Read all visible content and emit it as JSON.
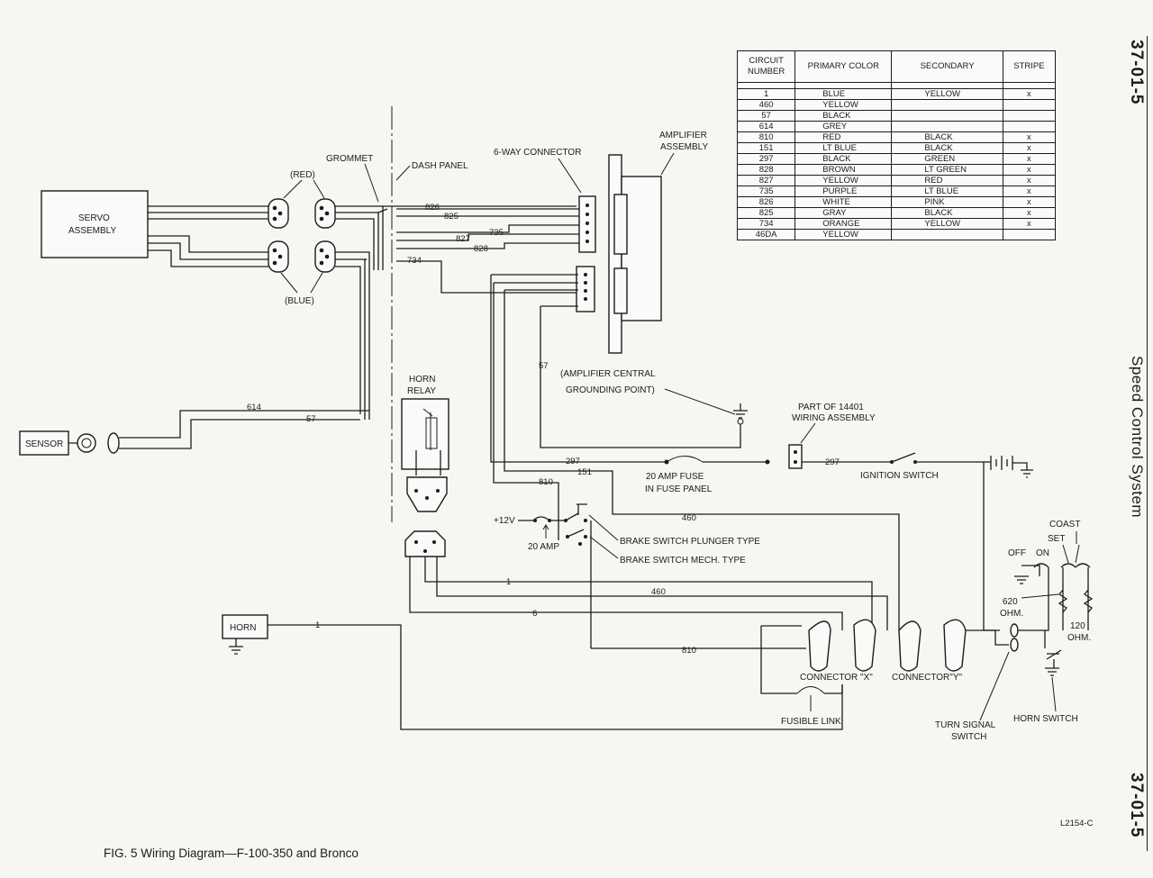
{
  "side": {
    "page_code": "37-01-5",
    "section_title": "Speed Control System"
  },
  "caption": "FIG. 5 Wiring Diagram—F-100-350 and Bronco",
  "figure_code": "L2154-C",
  "table": {
    "headers": {
      "circuit": "CIRCUIT NUMBER",
      "primary": "PRIMARY COLOR",
      "secondary": "SECONDARY",
      "stripe": "STRIPE"
    },
    "rows": [
      {
        "circuit": "1",
        "primary": "BLUE",
        "secondary": "YELLOW",
        "stripe": "x"
      },
      {
        "circuit": "460",
        "primary": "YELLOW",
        "secondary": "",
        "stripe": ""
      },
      {
        "circuit": "57",
        "primary": "BLACK",
        "secondary": "",
        "stripe": ""
      },
      {
        "circuit": "614",
        "primary": "GREY",
        "secondary": "",
        "stripe": ""
      },
      {
        "circuit": "810",
        "primary": "RED",
        "secondary": "BLACK",
        "stripe": "x"
      },
      {
        "circuit": "151",
        "primary": "LT BLUE",
        "secondary": "BLACK",
        "stripe": "x"
      },
      {
        "circuit": "297",
        "primary": "BLACK",
        "secondary": "GREEN",
        "stripe": "x"
      },
      {
        "circuit": "828",
        "primary": "BROWN",
        "secondary": "LT GREEN",
        "stripe": "x"
      },
      {
        "circuit": "827",
        "primary": "YELLOW",
        "secondary": "RED",
        "stripe": "x"
      },
      {
        "circuit": "735",
        "primary": "PURPLE",
        "secondary": "LT BLUE",
        "stripe": "x"
      },
      {
        "circuit": "826",
        "primary": "WHITE",
        "secondary": "PINK",
        "stripe": "x"
      },
      {
        "circuit": "825",
        "primary": "GRAY",
        "secondary": "BLACK",
        "stripe": "x"
      },
      {
        "circuit": "734",
        "primary": "ORANGE",
        "secondary": "YELLOW",
        "stripe": "x"
      },
      {
        "circuit": "46DA",
        "primary": "YELLOW",
        "secondary": "",
        "stripe": ""
      }
    ]
  },
  "labels": {
    "servo_1": "SERVO",
    "servo_2": "ASSEMBLY",
    "red": "(RED)",
    "blue": "(BLUE)",
    "grommet": "GROMMET",
    "dash_panel": "DASH PANEL",
    "six_way": "6-WAY CONNECTOR",
    "amplifier_1": "AMPLIFIER",
    "amplifier_2": "ASSEMBLY",
    "amp_ground_1": "(AMPLIFIER CENTRAL",
    "amp_ground_2": "GROUNDING POINT)",
    "horn_relay_1": "HORN",
    "horn_relay_2": "RELAY",
    "sensor": "SENSOR",
    "part_1": "PART OF 14401",
    "part_2": "WIRING ASSEMBLY",
    "ignition": "IGNITION SWITCH",
    "fuse_1": "20 AMP FUSE",
    "fuse_2": "IN FUSE PANEL",
    "plus12": "+12V",
    "amp20": "20 AMP",
    "brake_plunger": "BRAKE SWITCH PLUNGER TYPE",
    "brake_mech": "BRAKE SWITCH MECH. TYPE",
    "horn": "HORN",
    "connector_x": "CONNECTOR \"X\"",
    "connector_y": "CONNECTOR\"Y\"",
    "fusible_link": "FUSIBLE LINK",
    "turn_signal_1": "TURN SIGNAL",
    "turn_signal_2": "SWITCH",
    "horn_switch": "HORN SWITCH",
    "coast": "COAST",
    "set": "SET",
    "off": "OFF",
    "on": "ON",
    "ohm620_1": "620",
    "ohm620_2": "OHM.",
    "ohm120_1": "120",
    "ohm120_2": "OHM."
  },
  "wires": {
    "w826": "826",
    "w825": "825",
    "w735": "735",
    "w827": "827",
    "w828": "828",
    "w734": "734",
    "w614": "614",
    "w57a": "57",
    "w57b": "57",
    "w297a": "297",
    "w297b": "297",
    "w151": "151",
    "w810a": "810",
    "w460a": "460",
    "w460b": "460",
    "w1a": "1",
    "w1b": "1",
    "w6": "6",
    "w810b": "810"
  }
}
